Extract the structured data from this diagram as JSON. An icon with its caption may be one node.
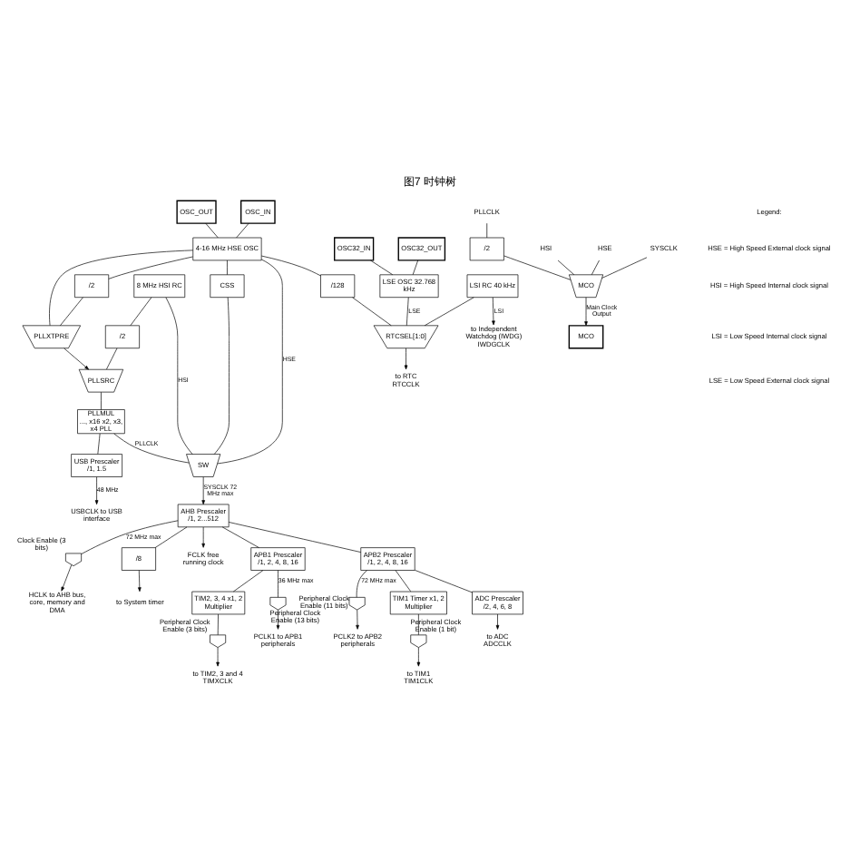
{
  "diagram": {
    "title": "图7 时钟树",
    "nodes": [
      {
        "text": [
          "8 MHz HSI RC"
        ]
      },
      {
        "text": [
          "/2"
        ]
      },
      {
        "text": [
          "PLLSRC"
        ]
      },
      {
        "text": [
          "PLLMUL",
          "..., x16 x2, x3, x4 PLL"
        ]
      },
      {
        "text": [
          "SW"
        ]
      },
      {
        "text": [
          "USB Prescaler /1, 1.5"
        ]
      },
      {
        "text": [
          "USBCLK to USB interface"
        ]
      },
      {
        "text": [
          "AHB Prescaler /1, 2...512"
        ]
      },
      {
        "text": [
          "CSS"
        ]
      },
      {
        "text": [],
        "shape": "gate",
        "beside": [
          "Clock Enable (3 bits)"
        ]
      },
      {
        "text": [
          "HCLK to AHB bus, core, memory and DMA"
        ]
      },
      {
        "text": [
          "/8"
        ]
      },
      {
        "text": [
          "to System timer"
        ]
      },
      {
        "text": [
          "FCLK free running clock"
        ]
      },
      {
        "text": [
          "APB1 Prescaler /1, 2, 4, 8, 16"
        ]
      },
      {
        "text": [],
        "shape": "gate",
        "beside": [
          "Peripheral Clock Enable (13 bits)"
        ]
      },
      {
        "text": [
          "PCLK1 to APB1 peripherals"
        ]
      },
      {
        "text": [
          "TIM2, 3, 4 x1, 2 Multiplier"
        ]
      },
      {
        "text": [],
        "shape": "gate",
        "beside": [
          "Peripheral Clock Enable (3 bits)"
        ]
      },
      {
        "text": [
          "to TIM2, 3 and 4",
          "TIMXCLK"
        ]
      },
      {
        "text": [
          "APB2 Prescaler /1, 2, 4, 8, 16"
        ]
      },
      {
        "text": [],
        "shape": "gate",
        "beside": [
          "Peripheral Clock Enable (11 bits)"
        ]
      },
      {
        "text": [
          "PCLK2 to APB2 peripherals"
        ]
      },
      {
        "text": [
          "TIM1 Timer x1, 2 Multiplier"
        ]
      },
      {
        "text": [],
        "shape": "gate",
        "beside": [
          "Peripheral Clock Enable (1 bit)"
        ]
      },
      {
        "text": [
          "to TIM1",
          "TIM1CLK"
        ]
      },
      {
        "text": [
          "ADC Prescaler /2, 4, 6, 8"
        ]
      },
      {
        "text": [
          "to ADC",
          "ADCCLK"
        ]
      },
      {
        "text": [
          "OSC_OUT"
        ]
      },
      {
        "text": [
          "OSC_IN"
        ]
      },
      {
        "text": [
          "4-16 MHz HSE OSC"
        ]
      },
      {
        "text": [
          "/2"
        ]
      },
      {
        "text": [
          "PLLXTPRE"
        ]
      },
      {
        "text": [
          "/128"
        ]
      },
      {
        "text": [
          "OSC32_IN"
        ]
      },
      {
        "text": [
          "OSC32_OUT"
        ]
      },
      {
        "text": [
          "LSE OSC 32.768 kHz"
        ]
      },
      {
        "text": [
          "RTCSEL[1:0]"
        ]
      },
      {
        "text": [
          "to RTC",
          "RTCCLK"
        ]
      },
      {
        "text": [
          "LSI RC 40 kHz"
        ]
      },
      {
        "text": [
          "to Independent Watchdog (IWDG)",
          "IWDGCLK"
        ]
      },
      {
        "text": [
          "MCO"
        ]
      },
      {
        "text": [
          "MCO"
        ]
      },
      {
        "text": [
          "/2"
        ]
      },
      {
        "text": [
          "PLLCLK"
        ]
      },
      {
        "text": [
          "HSI"
        ]
      },
      {
        "text": [
          "HSE"
        ]
      },
      {
        "text": [
          "SYSCLK"
        ]
      }
    ],
    "edges": [
      {
        "from": 0,
        "to": 4,
        "arrow": "none",
        "label": "HSI"
      },
      {
        "from": 0,
        "to": 1,
        "arrow": "none"
      },
      {
        "from": 1,
        "to": 2,
        "arrow": "none"
      },
      {
        "from": 32,
        "to": 2,
        "arrow": "to"
      },
      {
        "from": 2,
        "to": 3,
        "arrow": "none"
      },
      {
        "from": 3,
        "to": 4,
        "arrow": "none",
        "label": "PLLCLK"
      },
      {
        "from": 3,
        "to": 5,
        "arrow": "none"
      },
      {
        "from": 30,
        "to": 32,
        "arrow": "none"
      },
      {
        "from": 30,
        "to": 31,
        "arrow": "none"
      },
      {
        "from": 31,
        "to": 32,
        "arrow": "none"
      },
      {
        "from": 30,
        "to": 4,
        "arrow": "none",
        "label": "HSE"
      },
      {
        "from": 30,
        "to": 8,
        "arrow": "none"
      },
      {
        "from": 8,
        "to": 4,
        "arrow": "none"
      },
      {
        "from": 30,
        "to": 33,
        "arrow": "none"
      },
      {
        "from": 33,
        "to": 37,
        "arrow": "none"
      },
      {
        "from": 4,
        "to": 7,
        "arrow": "to",
        "label": "SYSCLK 72 MHz max"
      },
      {
        "from": 5,
        "to": 6,
        "arrow": "to",
        "label": "48 MHz"
      },
      {
        "from": 7,
        "to": 9,
        "arrow": "none",
        "label": "72 MHz max"
      },
      {
        "from": 9,
        "to": 10,
        "arrow": "to"
      },
      {
        "from": 7,
        "to": 11,
        "arrow": "none"
      },
      {
        "from": 11,
        "to": 12,
        "arrow": "to"
      },
      {
        "from": 7,
        "to": 13,
        "arrow": "to"
      },
      {
        "from": 7,
        "to": 14,
        "arrow": "none"
      },
      {
        "from": 14,
        "to": 15,
        "arrow": "none",
        "label": "36 MHz max"
      },
      {
        "from": 15,
        "to": 16,
        "arrow": "to"
      },
      {
        "from": 14,
        "to": 17,
        "arrow": "none"
      },
      {
        "from": 17,
        "to": 18,
        "arrow": "none"
      },
      {
        "from": 18,
        "to": 19,
        "arrow": "to"
      },
      {
        "from": 7,
        "to": 20,
        "arrow": "none"
      },
      {
        "from": 20,
        "to": 21,
        "arrow": "none",
        "label": "72 MHz max"
      },
      {
        "from": 21,
        "to": 22,
        "arrow": "to"
      },
      {
        "from": 20,
        "to": 23,
        "arrow": "none"
      },
      {
        "from": 23,
        "to": 24,
        "arrow": "none"
      },
      {
        "from": 24,
        "to": 25,
        "arrow": "to"
      },
      {
        "from": 20,
        "to": 26,
        "arrow": "none"
      },
      {
        "from": 26,
        "to": 27,
        "arrow": "to"
      },
      {
        "from": 28,
        "to": 30,
        "arrow": "none"
      },
      {
        "from": 29,
        "to": 30,
        "arrow": "none"
      },
      {
        "from": 34,
        "to": 36,
        "arrow": "none"
      },
      {
        "from": 35,
        "to": 36,
        "arrow": "none"
      },
      {
        "from": 36,
        "to": 37,
        "arrow": "none",
        "label": "LSE"
      },
      {
        "from": 39,
        "to": 37,
        "arrow": "none"
      },
      {
        "from": 39,
        "to": 40,
        "arrow": "to",
        "label": "LSI"
      },
      {
        "from": 37,
        "to": 38,
        "arrow": "to"
      },
      {
        "from": 42,
        "to": 41,
        "arrow": "to",
        "label": "Main Clock Output"
      },
      {
        "from": 43,
        "to": 42,
        "arrow": "none"
      },
      {
        "from": 44,
        "to": 43,
        "arrow": "none"
      },
      {
        "from": 45,
        "to": 42,
        "arrow": "none"
      },
      {
        "from": 46,
        "to": 42,
        "arrow": "none"
      },
      {
        "from": 47,
        "to": 42,
        "arrow": "none"
      }
    ],
    "labels": [
      "Legend:",
      "HSE = High Speed External clock signal",
      "HSI = High Speed Internal clock signal",
      "LSI = Low Speed Internal clock signal",
      "LSE = Low Speed External clock signal"
    ]
  }
}
